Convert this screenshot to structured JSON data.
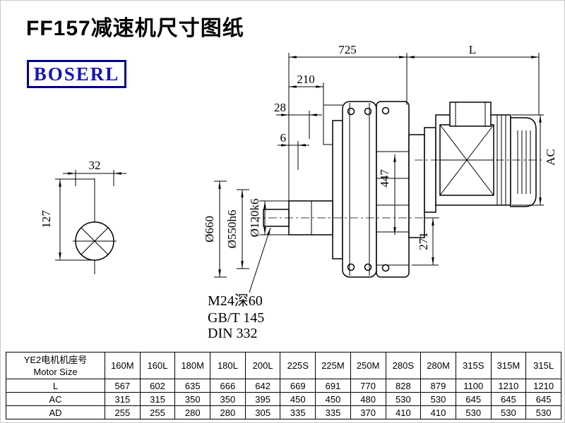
{
  "page": {
    "title": "FF157减速机尺寸图纸",
    "brand": "BOSERL",
    "brand_border_color": "#000090",
    "brand_text_color": "#1414b8"
  },
  "drawing": {
    "dim_725": "725",
    "dim_L": "L",
    "dim_210": "210",
    "dim_28": "28",
    "dim_6": "6",
    "dim_32": "32",
    "dim_127": "127",
    "dim_447": "447",
    "dim_271": "271",
    "dim_AC": "AC",
    "dia_660": "Ø660",
    "dia_550": "Ø550h6",
    "dia_120": "Ø120k6",
    "note_thread": "M24深60",
    "note_gb": "GB/T 145",
    "note_din": "DIN 332"
  },
  "table": {
    "header_cn": "YE2电机机座号",
    "header_en": "Motor Size",
    "columns": [
      "160M",
      "160L",
      "180M",
      "180L",
      "200L",
      "225S",
      "225M",
      "250M",
      "280S",
      "280M",
      "315S",
      "315M",
      "315L"
    ],
    "rows": [
      {
        "label": "L",
        "values": [
          "567",
          "602",
          "635",
          "666",
          "642",
          "669",
          "691",
          "770",
          "828",
          "879",
          "1100",
          "1210",
          "1210"
        ]
      },
      {
        "label": "AC",
        "values": [
          "315",
          "315",
          "350",
          "350",
          "395",
          "450",
          "450",
          "480",
          "530",
          "530",
          "645",
          "645",
          "645"
        ]
      },
      {
        "label": "AD",
        "values": [
          "255",
          "255",
          "280",
          "280",
          "305",
          "335",
          "335",
          "370",
          "410",
          "410",
          "530",
          "530",
          "530"
        ]
      }
    ]
  }
}
